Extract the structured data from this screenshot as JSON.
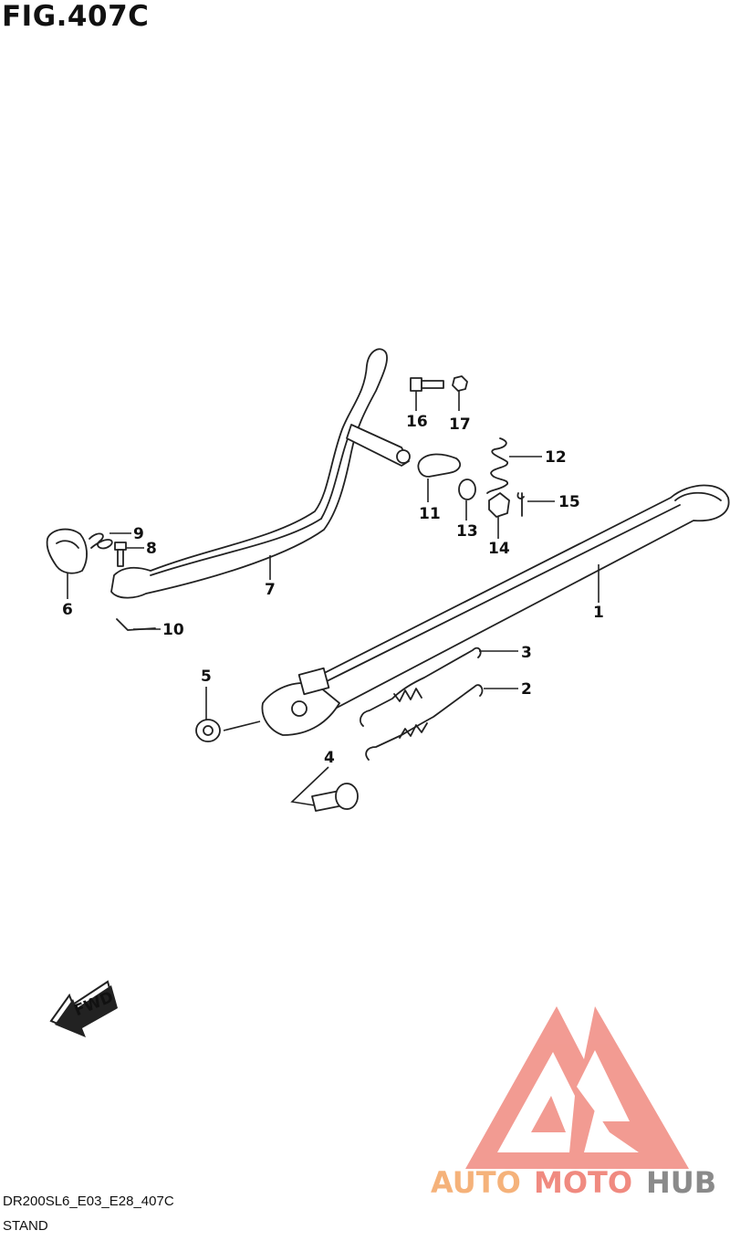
{
  "figure": {
    "title": "FIG.407C",
    "code": "DR200SL6_E03_E28_407C",
    "name": "STAND"
  },
  "callouts": [
    {
      "id": "1",
      "text": "1"
    },
    {
      "id": "2",
      "text": "2"
    },
    {
      "id": "3",
      "text": "3"
    },
    {
      "id": "4",
      "text": "4"
    },
    {
      "id": "5",
      "text": "5"
    },
    {
      "id": "6",
      "text": "6"
    },
    {
      "id": "7",
      "text": "7"
    },
    {
      "id": "8",
      "text": "8"
    },
    {
      "id": "9",
      "text": "9"
    },
    {
      "id": "10",
      "text": "10"
    },
    {
      "id": "11",
      "text": "11"
    },
    {
      "id": "12",
      "text": "12"
    },
    {
      "id": "13",
      "text": "13"
    },
    {
      "id": "14",
      "text": "14"
    },
    {
      "id": "15",
      "text": "15"
    },
    {
      "id": "16",
      "text": "16"
    },
    {
      "id": "17",
      "text": "17"
    }
  ],
  "fwd_badge": {
    "text": "FWD"
  },
  "watermark": {
    "text_a": "AUTO",
    "text_b": "MOTO",
    "text_c": "HUB",
    "color_a": "#f5b27a",
    "color_b": "#f08a80",
    "color_c": "#8a8a8a",
    "logo_color": "#f08a80"
  }
}
